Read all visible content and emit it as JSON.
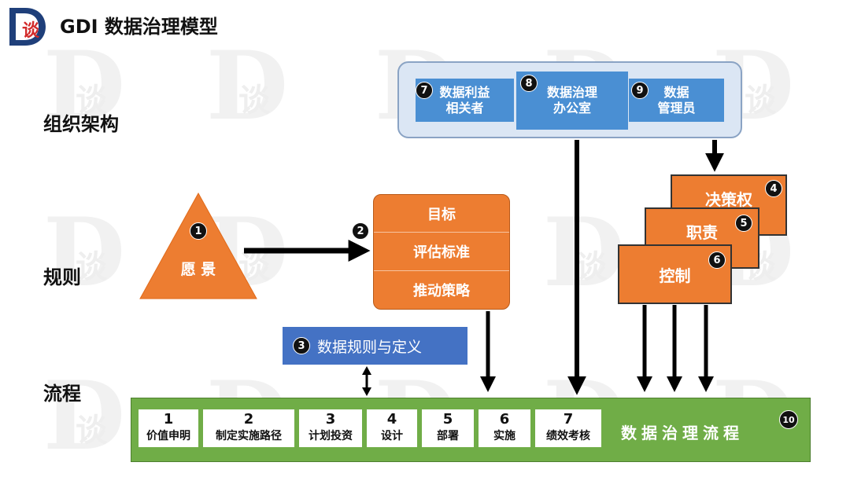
{
  "header": {
    "title": "GDI 数据治理模型",
    "logo_text": "D谈"
  },
  "sections": {
    "org": "组织架构",
    "rules": "规则",
    "process": "流程"
  },
  "org_boxes": [
    {
      "num": "7",
      "label": "数据利益\n相关者"
    },
    {
      "num": "8",
      "label": "数据治理\n办公室"
    },
    {
      "num": "9",
      "label": "数据\n管理员"
    }
  ],
  "vision": {
    "num": "1",
    "label": "愿 景"
  },
  "goals": {
    "num": "2",
    "rows": [
      "目标",
      "评估标准",
      "推动策略"
    ]
  },
  "rules_box": {
    "num": "3",
    "label": "数据规则与定义"
  },
  "governance": [
    {
      "num": "4",
      "label": "决策权"
    },
    {
      "num": "5",
      "label": "职责"
    },
    {
      "num": "6",
      "label": "控制"
    }
  ],
  "process": {
    "num": "10",
    "title": "数据治理流程",
    "steps": [
      {
        "num": "1",
        "label": "价值申明"
      },
      {
        "num": "2",
        "label": "制定实施路径"
      },
      {
        "num": "3",
        "label": "计划投资"
      },
      {
        "num": "4",
        "label": "设计"
      },
      {
        "num": "5",
        "label": "部署"
      },
      {
        "num": "6",
        "label": "实施"
      },
      {
        "num": "7",
        "label": "绩效考核"
      }
    ]
  },
  "colors": {
    "orange": "#ed7d31",
    "blue": "#4472c4",
    "light_blue": "#4a8fd3",
    "green": "#70ad47",
    "panel": "#dbe6f4"
  }
}
